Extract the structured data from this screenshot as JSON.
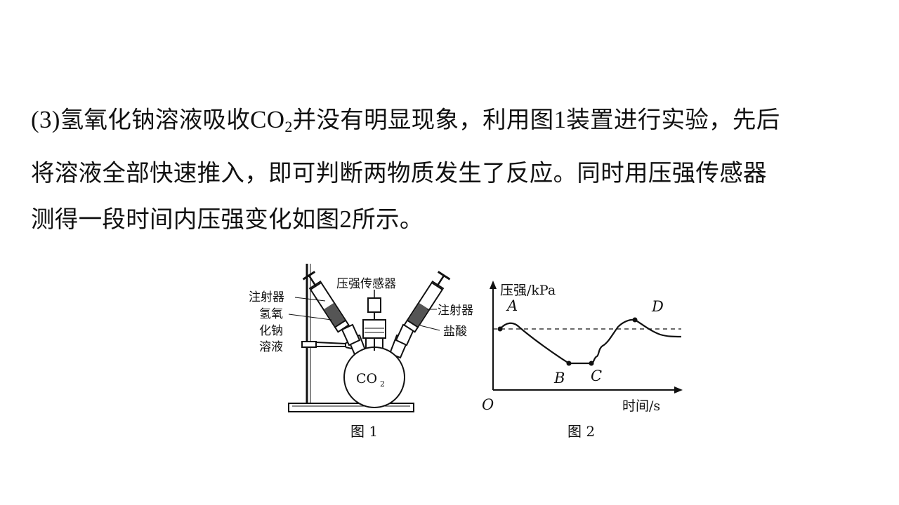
{
  "question": {
    "lines": [
      [
        "(3)",
        "氢氧化钠溶液吸收",
        "CO",
        "2",
        "并没有明显现象，利用图",
        "1",
        "装置进行实验，先后"
      ],
      [
        "将溶液全部快速推入，即可判断两物质发生了反应。同时用压强传感器"
      ],
      [
        "测得一段时间内压强变化如图",
        "2",
        "所示。"
      ]
    ]
  },
  "figure1": {
    "caption": "图 1",
    "labels": {
      "syringe_left": "注射器",
      "naoh_line1": "氢氧",
      "naoh_line2": "化钠",
      "naoh_line3": "溶液",
      "sensor": "压强传感器",
      "syringe_right": "注射器",
      "acid": "盐酸",
      "gas": "CO",
      "gas_sub": "2"
    }
  },
  "figure2": {
    "caption": "图 2",
    "labels": {
      "A": "A",
      "B": "B",
      "C": "C",
      "D": "D",
      "origin": "O"
    }
  },
  "chart_data": {
    "type": "line",
    "title": "",
    "xlabel": "时间/s",
    "ylabel": "压强/kPa",
    "ticks_numeric": false,
    "reference_line": {
      "style": "dashed",
      "level": "initial pressure (A)"
    },
    "points": [
      "A",
      "B",
      "C",
      "D"
    ]
  }
}
